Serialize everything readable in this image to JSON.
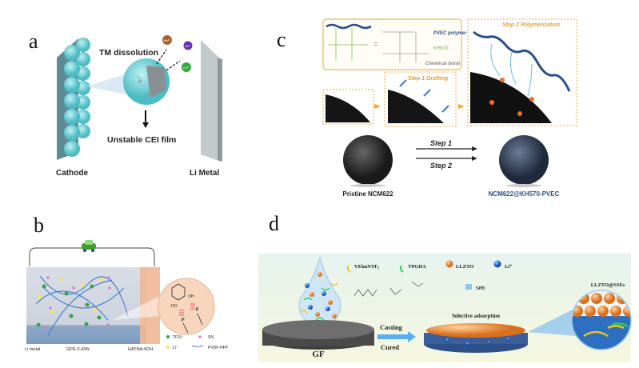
{
  "panel_a": {
    "label": "a",
    "tm_dissolution": "TM dissolution",
    "ions": [
      "Mn²⁺",
      "Ni²⁺",
      "Co²⁺"
    ],
    "unstable_cei": "Unstable CEI film",
    "cathode": "Cathode",
    "li_metal": "Li Metal"
  },
  "panel_b": {
    "label": "b",
    "li_metal": "Li metal",
    "gpe": "GPE-0.4SN",
    "hatna": "HATNA-6OH",
    "legend": {
      "tfsi": "TFSI⁻",
      "sn": "SN",
      "li": "Li⁺",
      "pvdf": "PVDF-HFP"
    },
    "atoms": {
      "oh": "OH",
      "ho": "HO",
      "f": "F"
    }
  },
  "panel_c": {
    "label": "c",
    "pvec": "PVEC polymer",
    "kh570": "KH570",
    "chemical_bond": "Chemical bond",
    "equals": "=",
    "step1_title": "Step 1  Grafting",
    "step2_title": "Step 2  Polymerization",
    "step1": "Step 1",
    "step2": "Step 2",
    "pristine": "Pristine NCM622",
    "product": "NCM622@KH570-PVEC"
  },
  "panel_d": {
    "label": "d",
    "legend": {
      "velm": "VElmNTF₂",
      "tpgda": "TPGDA",
      "llzto": "LLZTO",
      "li": "Li⁺",
      "spe": "SPE"
    },
    "gf": "GF",
    "casting": "Casting",
    "cured": "Cured",
    "selective": "Selective adsorption",
    "llzto_sses": "LLZTO@SSEs"
  },
  "colors": {
    "cathode_particle": "#6fd0d6",
    "orange_box": "#f0a830",
    "pvec_blue": "#2a4f8a",
    "llzto": "#e8873a",
    "li_ion": "#1f6fd8",
    "panel_d_bg": "#eef7e6"
  }
}
